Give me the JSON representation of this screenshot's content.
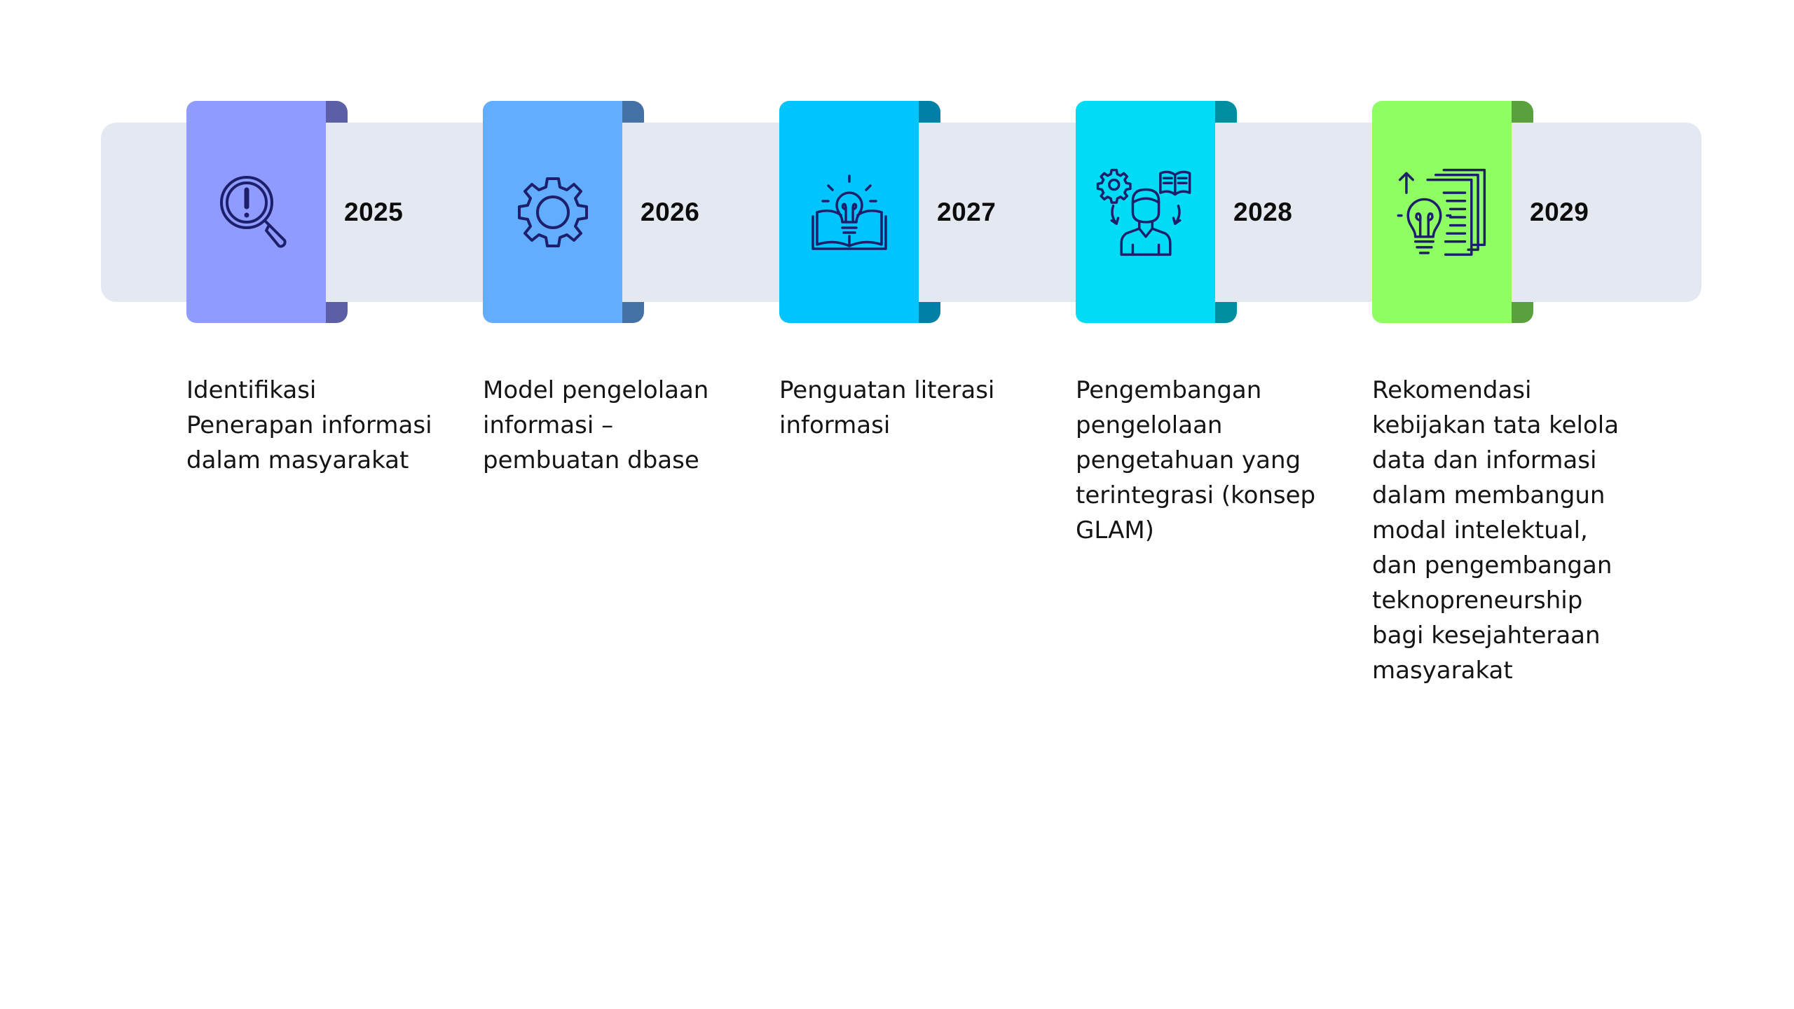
{
  "timeline": {
    "steps": [
      {
        "year": "2025",
        "description": "Identifikasi\nPenerapan informasi\ndalam masyarakat",
        "icon": "magnifier-exclamation-icon",
        "color": "#8f9bfe",
        "tab_color": "#5d5fa6"
      },
      {
        "year": "2026",
        "description": "Model pengelolaan\ninformasi –\npembuatan dbase",
        "icon": "gear-icon",
        "color": "#62adff",
        "tab_color": "#4471a6"
      },
      {
        "year": "2027",
        "description": "Penguatan literasi\ninformasi",
        "icon": "book-lightbulb-icon",
        "color": "#00c4fd",
        "tab_color": "#0080a6"
      },
      {
        "year": "2028",
        "description": "Pengembangan\npengelolaan\npengetahuan yang\nterintegrasi (konsep\nGLAM)",
        "icon": "person-knowledge-icon",
        "color": "#00dcf6",
        "tab_color": "#008fa0"
      },
      {
        "year": "2029",
        "description": "Rekomendasi\nkebijakan tata kelola\ndata dan informasi\ndalam membangun\nmodal intelektual,\ndan pengembangan\nteknopreneurship\nbagi kesejahteraan\nmasyarakat",
        "icon": "idea-documents-icon",
        "color": "#8efe63",
        "tab_color": "#5aa03f"
      }
    ]
  },
  "colors": {
    "band": "#e4e8f1",
    "icon_stroke": "#1d1f6b"
  }
}
